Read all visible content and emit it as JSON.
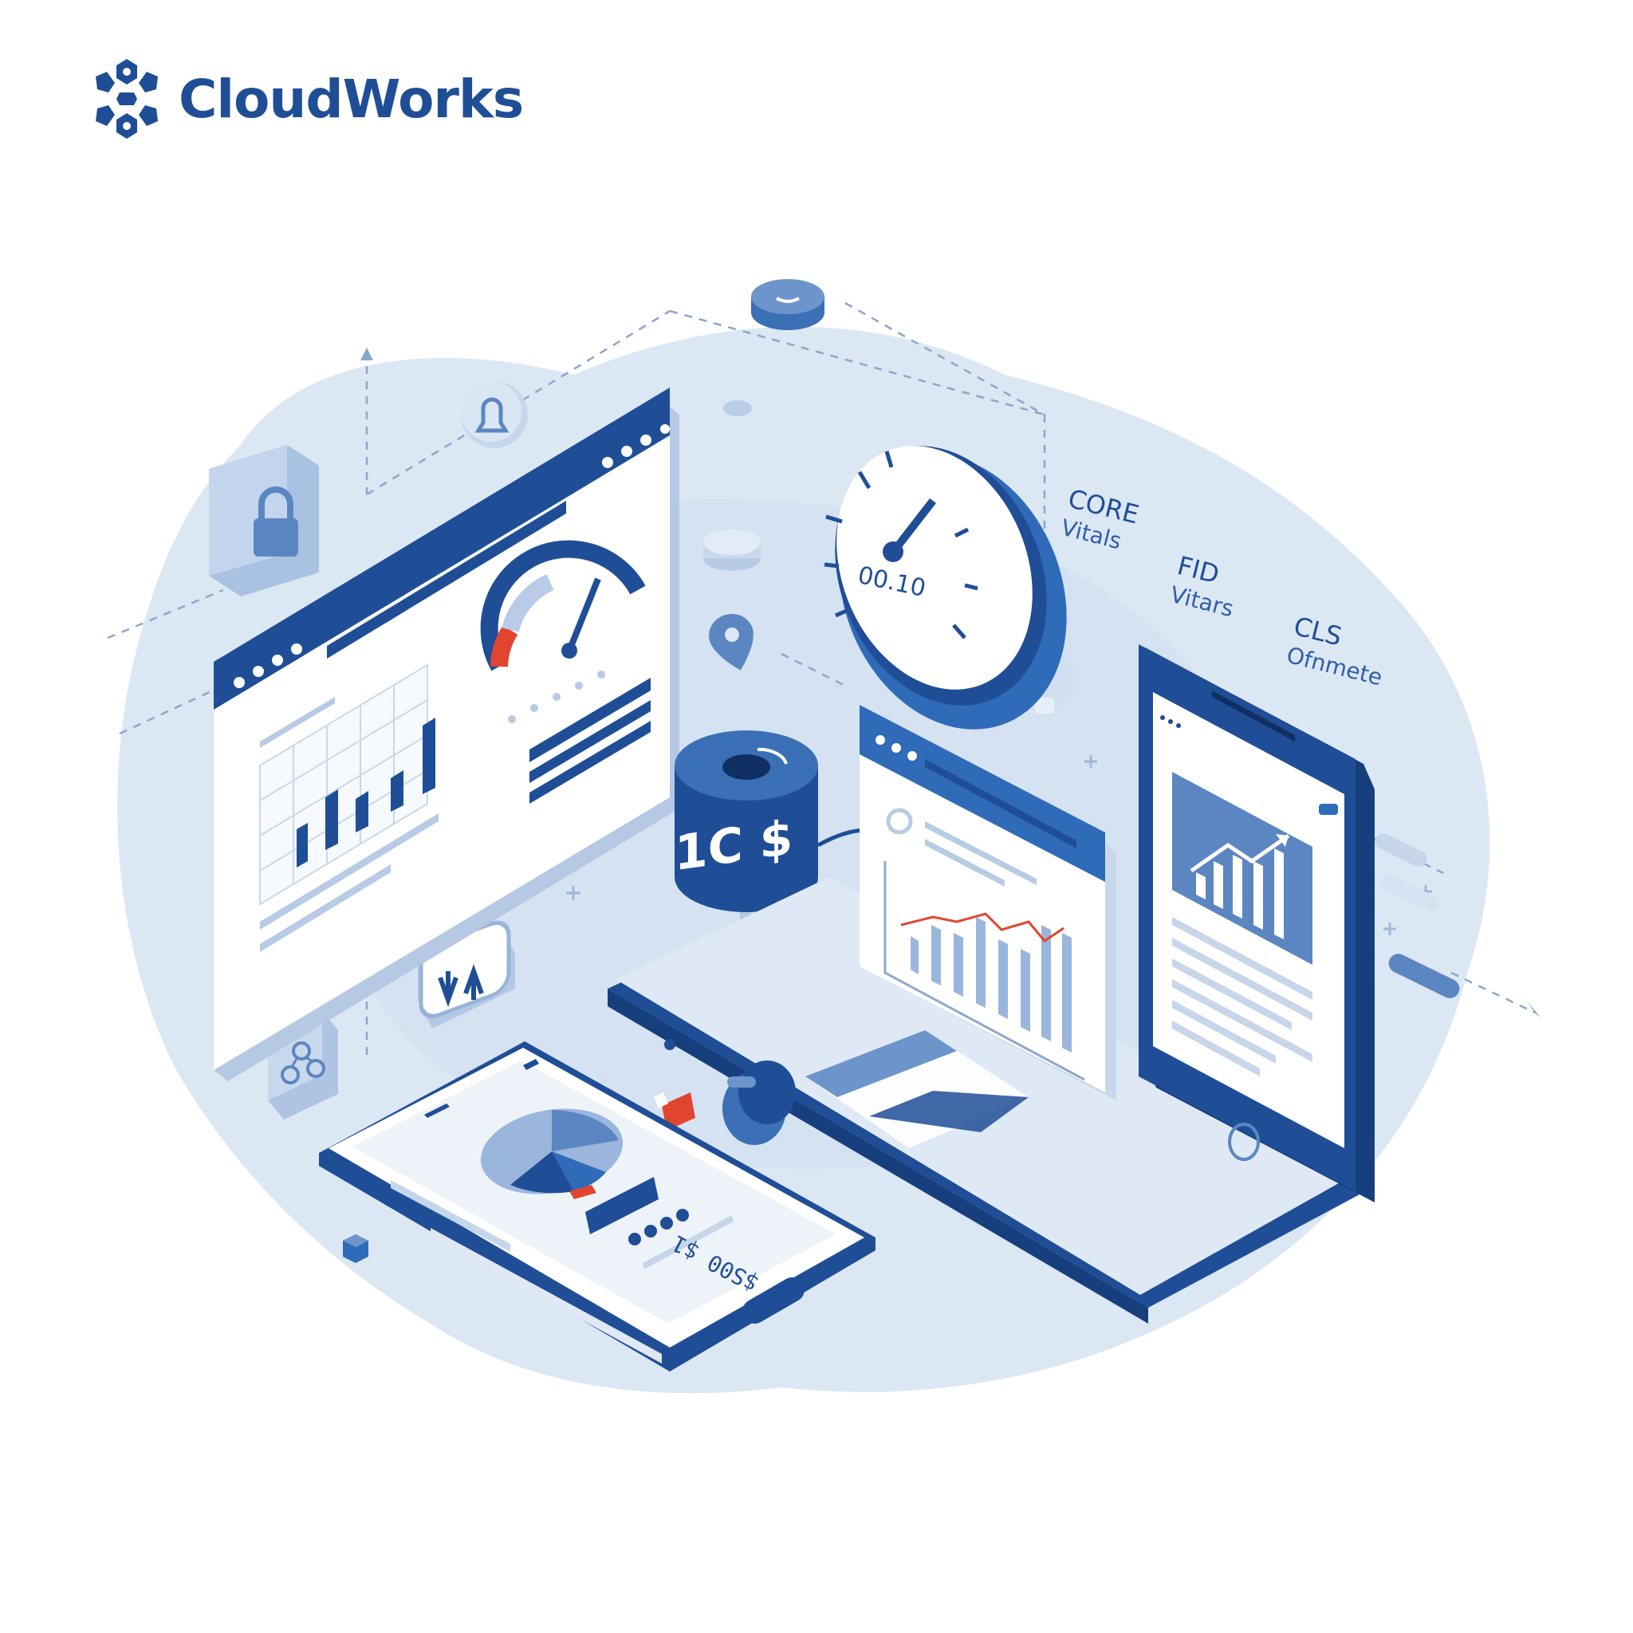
{
  "brand": {
    "name": "CloudWorks",
    "color": "#1f4e97"
  },
  "palette": {
    "navy": "#1f4e97",
    "blue": "#2f6bb8",
    "light_blue": "#c9daef",
    "pale_blue": "#dde8f5",
    "red_accent": "#e2452f"
  },
  "metrics": [
    {
      "title": "CORE",
      "subtitle": "Vitals"
    },
    {
      "title": "FID",
      "subtitle": "Vitars"
    },
    {
      "title": "CLS",
      "subtitle": "Ofnmete"
    }
  ],
  "clock": {
    "readout": "00.10"
  },
  "database": {
    "label": "1C $"
  },
  "phone": {
    "price_text": "$S00 $1"
  },
  "icons": [
    "cloudworks-logo-icon",
    "lock-icon",
    "bell-icon",
    "location-pin-icon",
    "sync-arrows-icon",
    "network-icon",
    "gauge-icon",
    "clock-icon",
    "database-icon",
    "bar-chart-icon",
    "line-chart-icon",
    "pie-chart-icon",
    "trend-arrow-icon"
  ]
}
